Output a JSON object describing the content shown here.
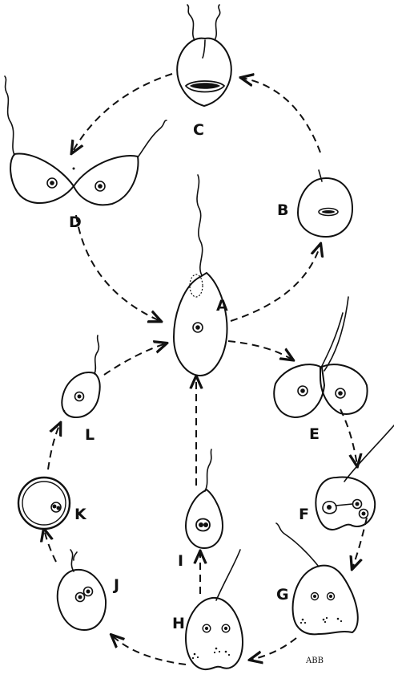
{
  "figure": {
    "labels": {
      "A": "A",
      "B": "B",
      "C": "C",
      "D": "D",
      "E": "E",
      "F": "F",
      "G": "G",
      "H": "H",
      "I": "I",
      "J": "J",
      "K": "K",
      "L": "L"
    },
    "signature": "ABB"
  }
}
